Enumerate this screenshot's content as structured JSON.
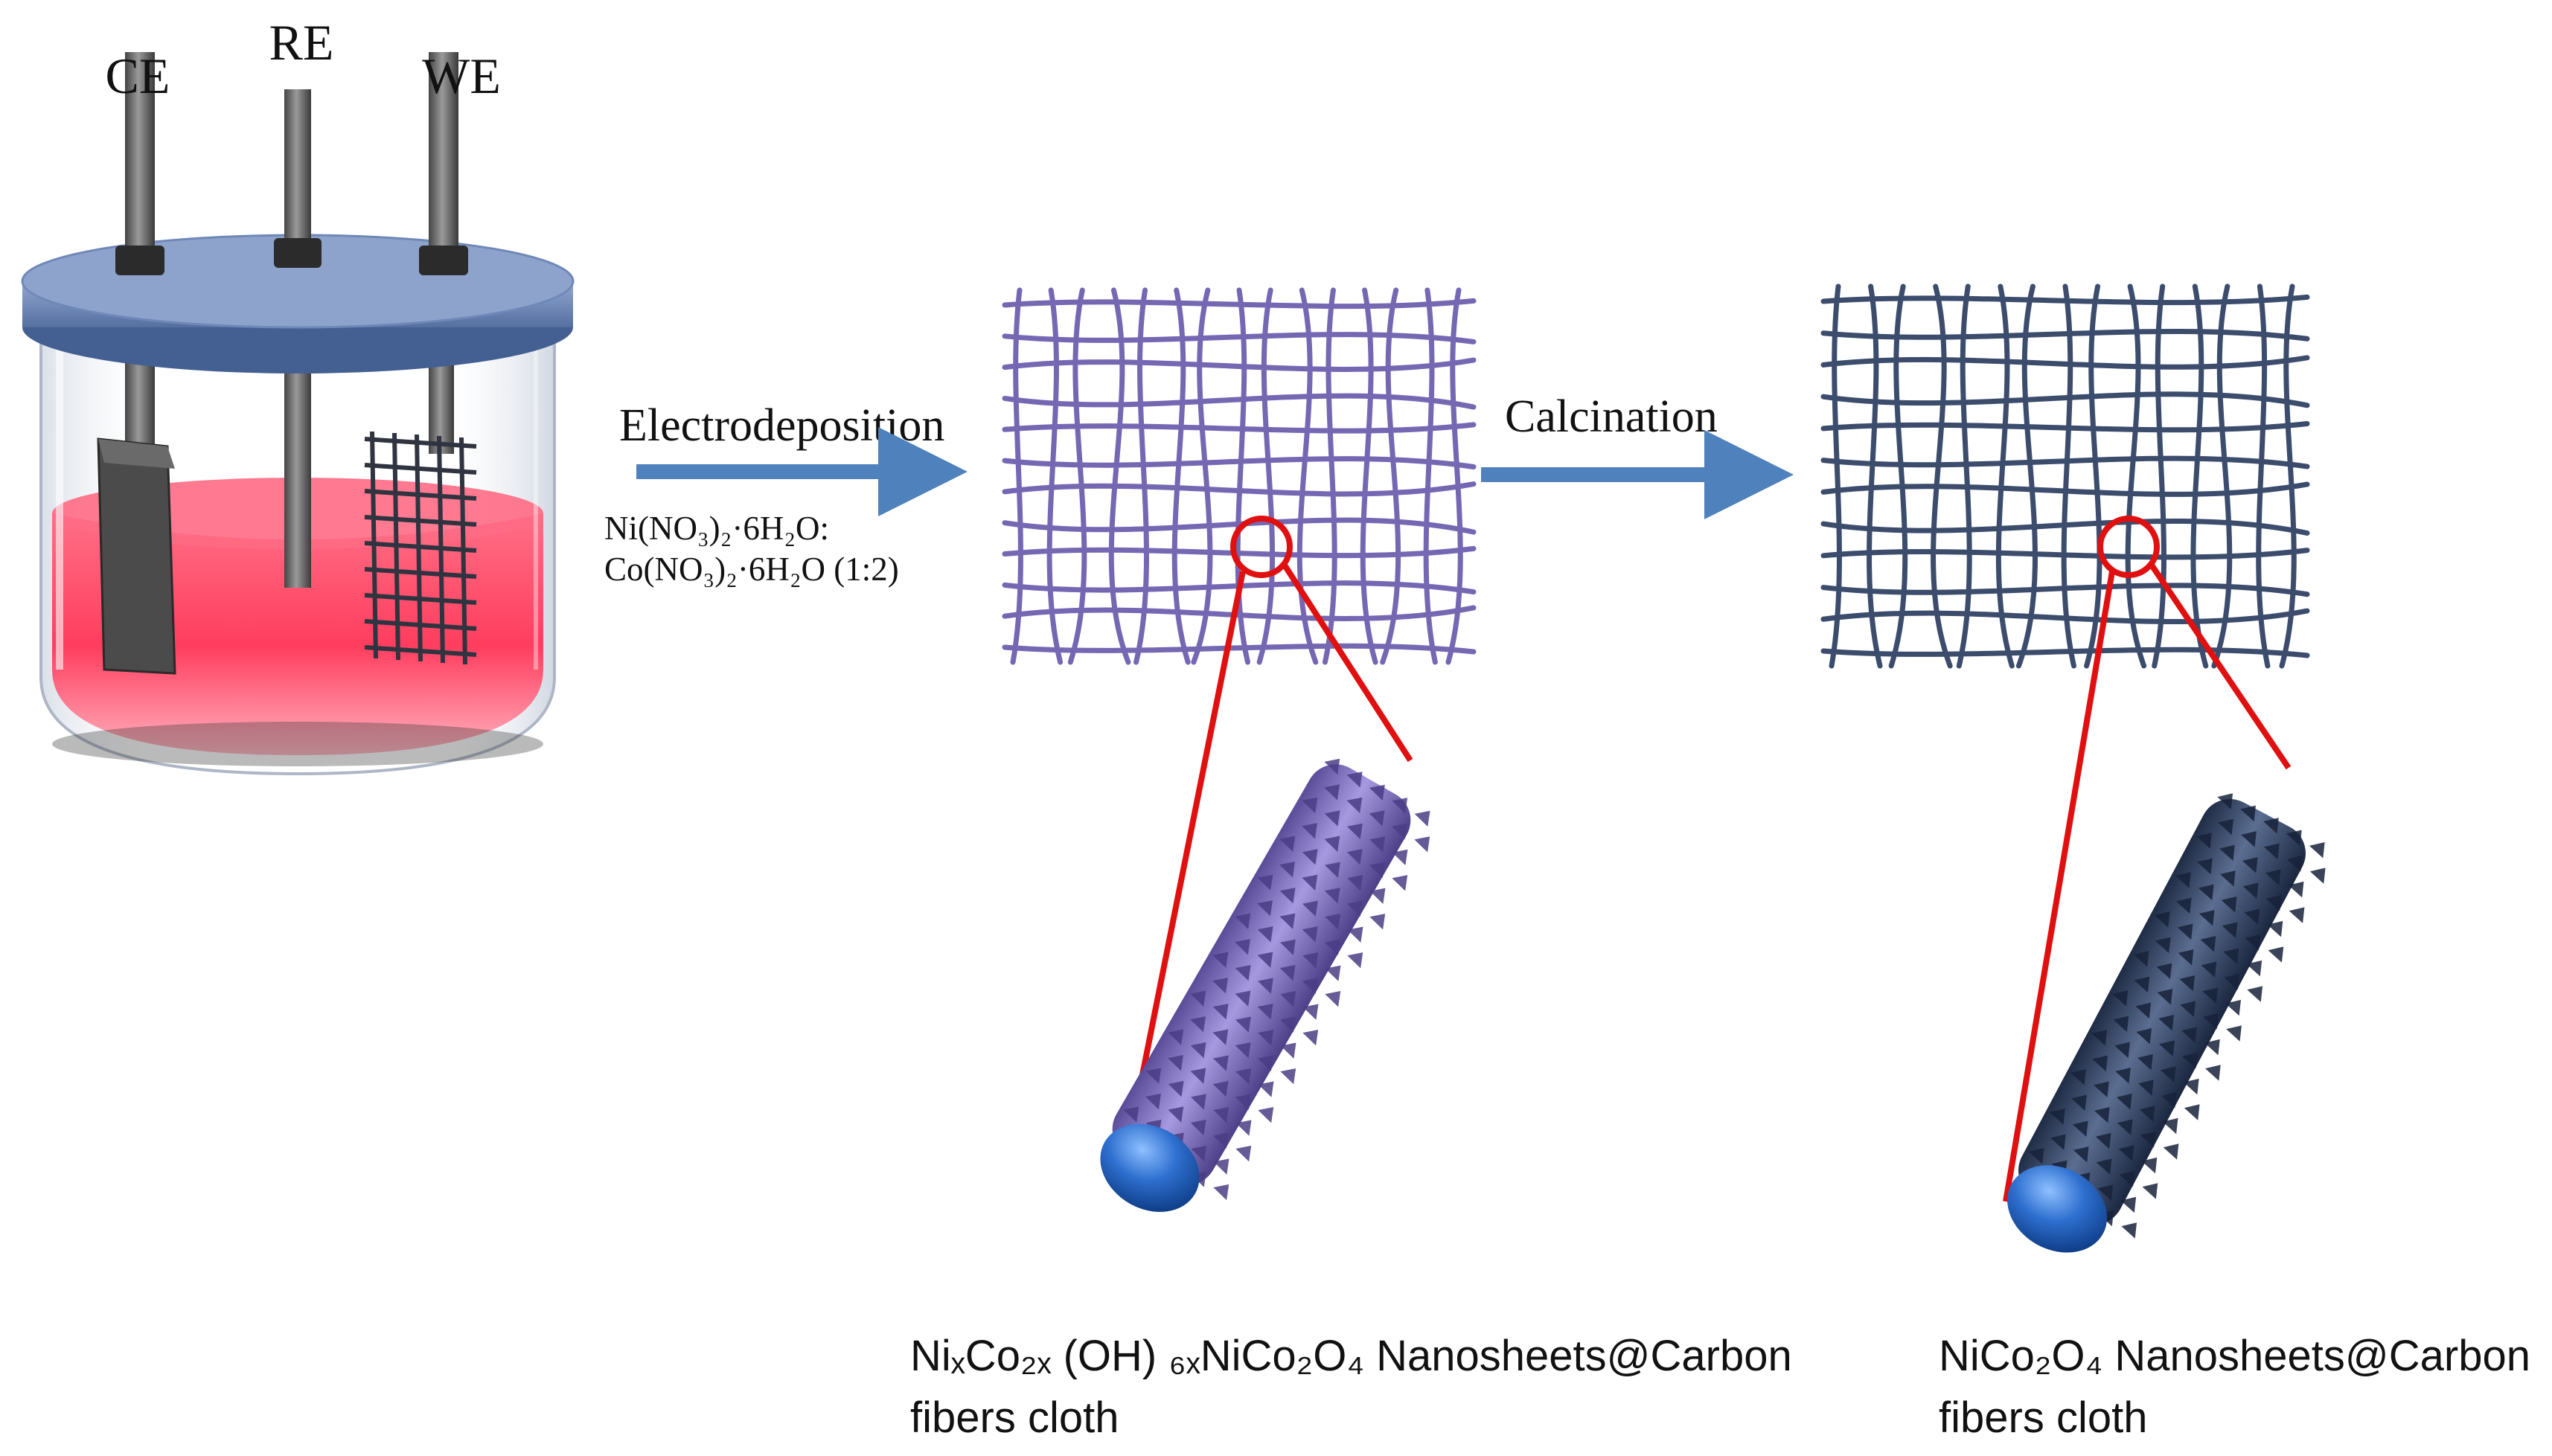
{
  "cell": {
    "electrodes": [
      "CE",
      "RE",
      "WE"
    ]
  },
  "steps": [
    {
      "label": "Electrodeposition",
      "reagent_line1": "Ni(NO₃)₂·6H₂O:",
      "reagent_line2": "Co(NO₃)₂·6H₂O (1:2)"
    },
    {
      "label": "Calcination"
    }
  ],
  "products": [
    {
      "line1": "NiₓCo₂ₓ (OH) ₆ₓNiCo₂O₄ Nanosheets@Carbon",
      "line2": "fibers cloth"
    },
    {
      "line1": "NiCo₂O₄ Nanosheets@Carbon",
      "line2": "fibers cloth"
    }
  ],
  "colors": {
    "solution": "#ff4d6a",
    "lid": "#6f88b8",
    "arrow": "#4f81bd",
    "zoom_lines": "#e01010",
    "cloth_before": "#7667b3",
    "cloth_after": "#3c4c6c",
    "fiber_core": "#2e6fcf"
  }
}
